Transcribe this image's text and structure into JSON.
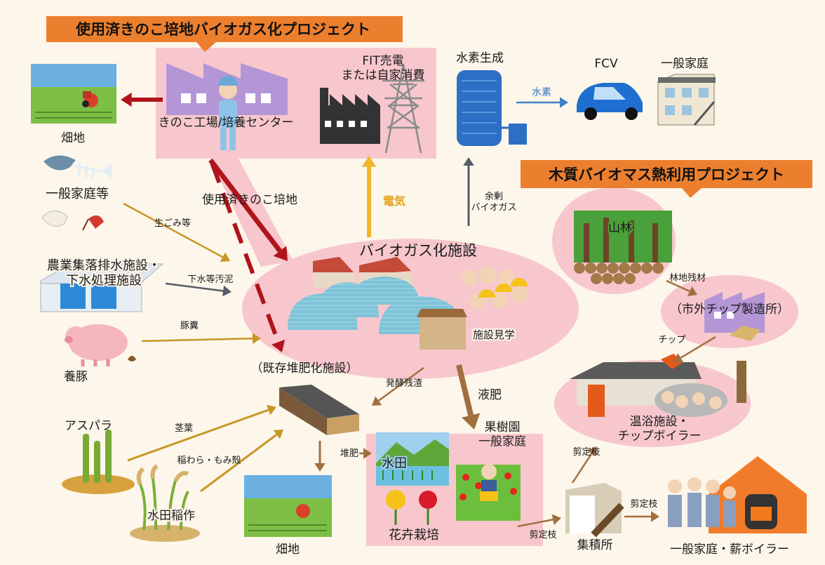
{
  "colors": {
    "background": "#fdf6ea",
    "pink_area": "#f7c7cd",
    "banner": "#ec7f2e",
    "dark_red_arrow": "#b0141b",
    "orange_arrow": "#f0b52a",
    "brown_arrow": "#a16f3f",
    "gold_arrow": "#c89625",
    "gray_arrow": "#555c66",
    "blue_arrow": "#3d83c6"
  },
  "banners": {
    "mushroom_project": "使用済きのこ培地バイオガス化プロジェクト",
    "wood_project": "木質バイオマス熱利用プロジェクト"
  },
  "nodes": {
    "field_top": "畑地",
    "mushroom_factory": "きのこ工場/培養センター",
    "fit_power": "FIT売電\nまたは自家消費",
    "hydrogen_generation": "水素生成",
    "fcv": "FCV",
    "general_household_top": "一般家庭",
    "households": "一般家庭等",
    "drainage_facility": "農業集落排水施設・\n下水処理施設",
    "pig_farming": "養豚",
    "biogas_facility": "バイオガス化施設",
    "facility_tour": "施設見学",
    "existing_compost": "（既存堆肥化施設）",
    "asparagus": "アスパラ",
    "rice_farming": "水田稲作",
    "field_bottom": "畑地",
    "paddy": "水田",
    "flower_cultivation": "花卉栽培",
    "orchard": "果樹園\n一般家庭",
    "collection_point": "集積所",
    "household_boiler": "一般家庭・薪ボイラー",
    "mountain_forest": "山林",
    "chip_factory": "（市外チップ製造所）",
    "bath_facility": "温浴施設・\nチップボイラー"
  },
  "flows": {
    "spent_medium": "使用済きのこ培地",
    "electricity": "電気",
    "surplus_biogas": "余剰\nバイオガス",
    "hydrogen": "水素",
    "food_waste": "生ごみ等",
    "sewage_sludge": "下水等汚泥",
    "pig_manure": "豚糞",
    "digestate": "発酵残渣",
    "liquid_fertilizer": "液肥",
    "stems_leaves": "茎葉",
    "straw_husk": "稲わら・もみ殻",
    "compost": "堆肥",
    "forest_residue": "林地残材",
    "chip": "チップ",
    "pruned_branch_bath": "剪定枝",
    "pruned_branch_orchard": "剪定枝",
    "pruned_branch_household": "剪定枝"
  }
}
